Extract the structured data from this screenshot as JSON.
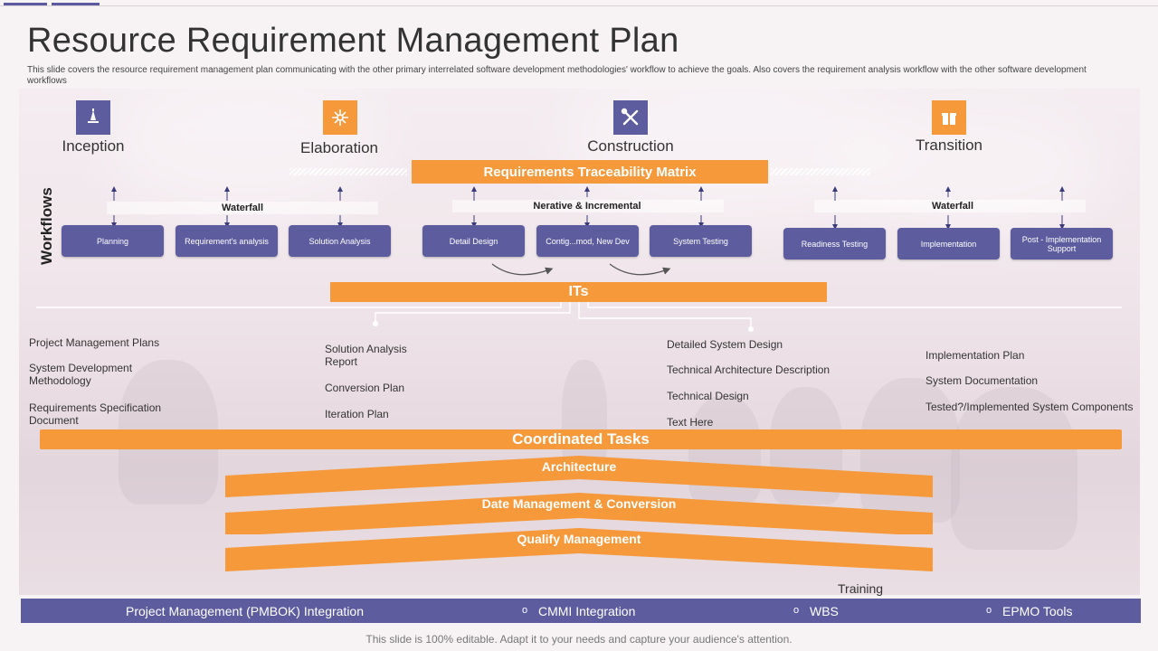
{
  "slide": {
    "title": "Resource Requirement Management Plan",
    "subtitle": "This slide covers the resource requirement management plan communicating with the other primary interrelated software development methodologies' workflow to achieve the goals. Also covers the requirement analysis workflow with the other software development workflows",
    "footer": "This slide is 100% editable. Adapt it to your needs and capture your audience's attention."
  },
  "colors": {
    "accent_orange": "#f5993b",
    "accent_purple": "#5d5c9f"
  },
  "phases": [
    {
      "label": "Inception",
      "icon": "lamp-icon",
      "color": "#5d5c9f"
    },
    {
      "label": "Elaboration",
      "icon": "sparkle-icon",
      "color": "#f5993b"
    },
    {
      "label": "Construction",
      "icon": "tools-icon",
      "color": "#5d5c9f"
    },
    {
      "label": "Transition",
      "icon": "gift-icon",
      "color": "#f5993b"
    }
  ],
  "bars": {
    "rtm": "Requirements Traceability Matrix",
    "its": "ITs",
    "coordinated": "Coordinated Tasks"
  },
  "workflows": {
    "side_label": "Workflows",
    "groups": [
      {
        "label": "Waterfall"
      },
      {
        "label": "Nerative & Incremental"
      },
      {
        "label": "Waterfall"
      }
    ],
    "boxes": [
      "Planning",
      "Requirement's analysis",
      "Solution Analysis",
      "Detail Design",
      "Contig...mod, New Dev",
      "System Testing",
      "Readiness Testing",
      "Implementation",
      "Post - Implementation Support"
    ]
  },
  "artifacts": {
    "col1": [
      "Project Management Plans",
      "System Development Methodology",
      "Requirements Specification Document"
    ],
    "col2": [
      "Solution Analysis Report",
      "Conversion Plan",
      "Iteration Plan"
    ],
    "col3": [
      "Detailed System Design",
      "Technical Architecture Description",
      "Technical Design",
      "Text Here"
    ],
    "col4": [
      "Implementation Plan",
      "System Documentation",
      "Tested?/Implemented System Components"
    ]
  },
  "tasks": [
    "Architecture",
    "Date Management & Conversion",
    "Qualify Management"
  ],
  "training": "Training",
  "integrations": [
    "Project Management (PMBOK) Integration",
    "CMMI Integration",
    "WBS",
    "EPMO Tools"
  ]
}
